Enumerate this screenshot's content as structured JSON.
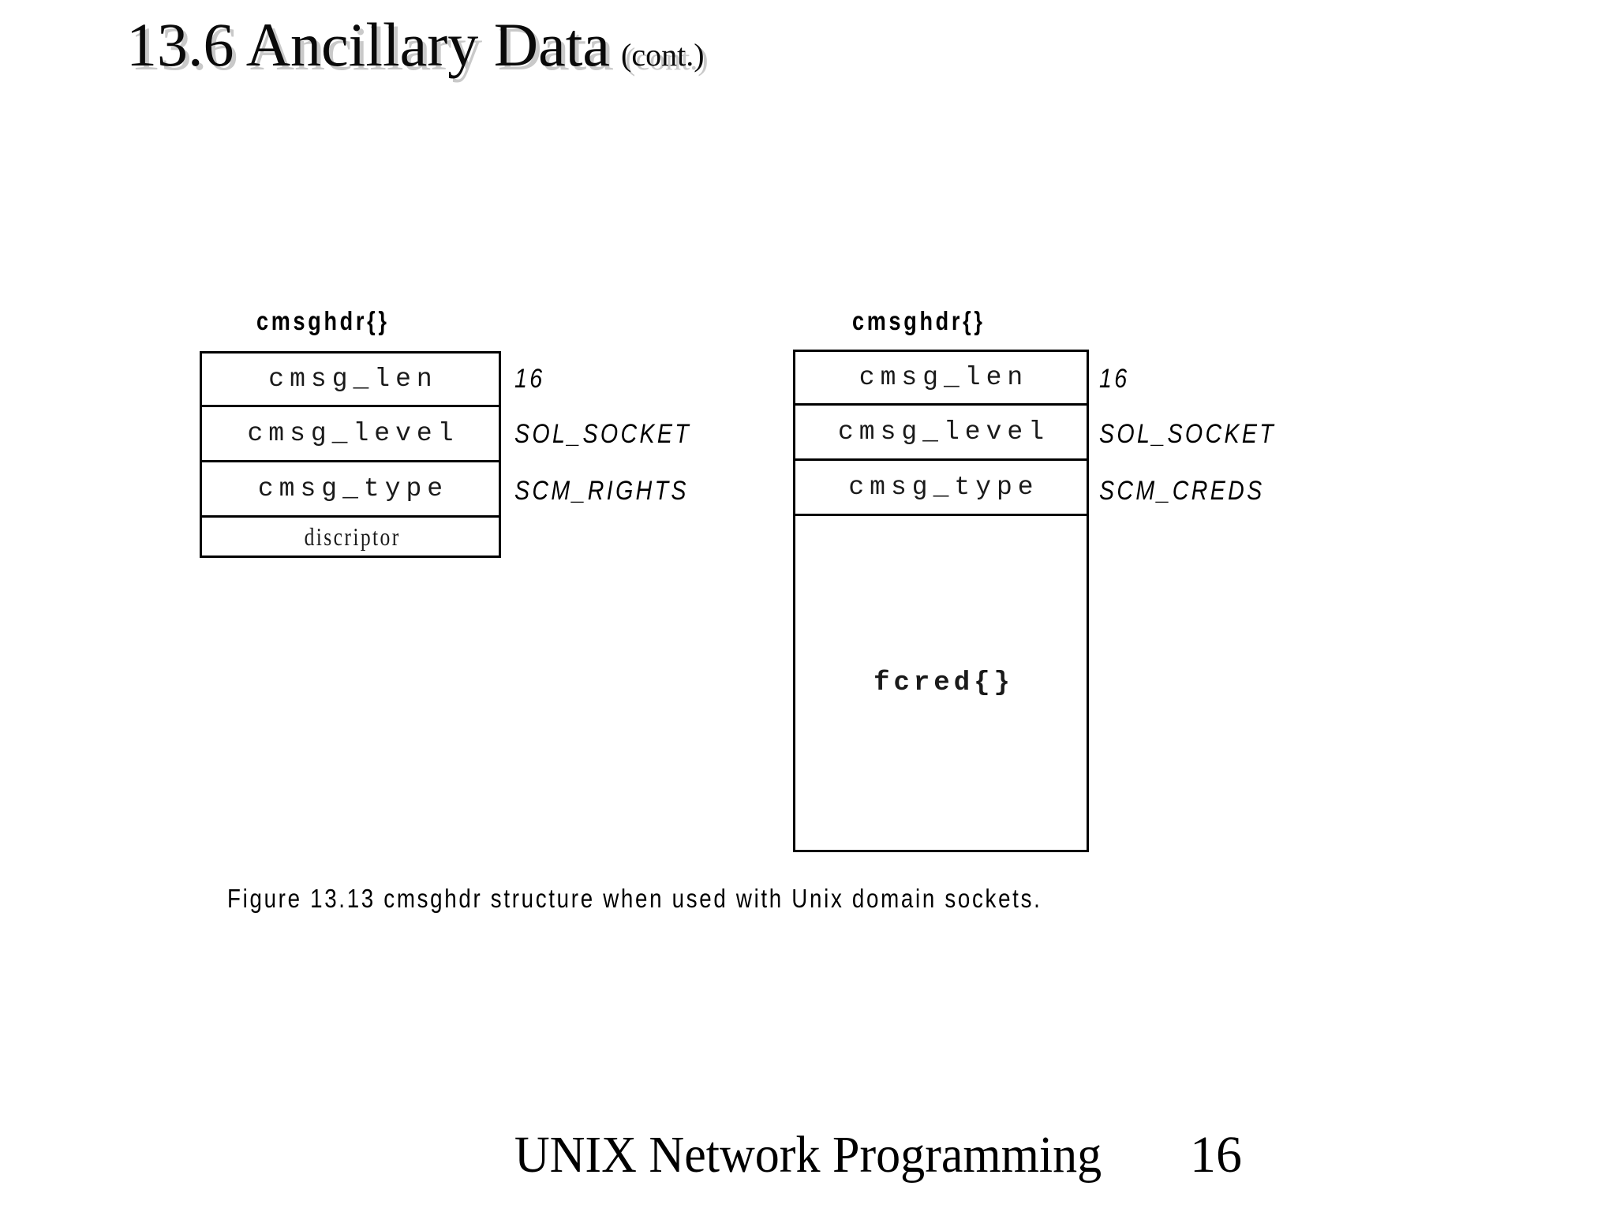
{
  "slide": {
    "title_main": "13.6 Ancillary Data",
    "title_cont": "(cont.)",
    "background_color": "#ffffff",
    "text_color": "#000000",
    "title_shadow_color": "#c9c9c9"
  },
  "figure": {
    "caption": "Figure 13.13 cmsghdr structure when used with Unix domain sockets.",
    "diagrams": [
      {
        "name": "scm-rights-cmsghdr",
        "header": "cmsghdr{}",
        "rows": [
          {
            "label": "cmsg_len",
            "annotation": "16"
          },
          {
            "label": "cmsg_level",
            "annotation": "SOL_SOCKET"
          },
          {
            "label": "cmsg_type",
            "annotation": "SCM_RIGHTS"
          },
          {
            "label": "discriptor",
            "annotation": ""
          }
        ]
      },
      {
        "name": "scm-creds-cmsghdr",
        "header": "cmsghdr{}",
        "rows": [
          {
            "label": "cmsg_len",
            "annotation": "16"
          },
          {
            "label": "cmsg_level",
            "annotation": "SOL_SOCKET"
          },
          {
            "label": "cmsg_type",
            "annotation": "SCM_CREDS"
          },
          {
            "label": "fcred{}",
            "annotation": ""
          }
        ]
      }
    ]
  },
  "footer": {
    "book_title": "UNIX Network Programming",
    "page_number": "16"
  }
}
